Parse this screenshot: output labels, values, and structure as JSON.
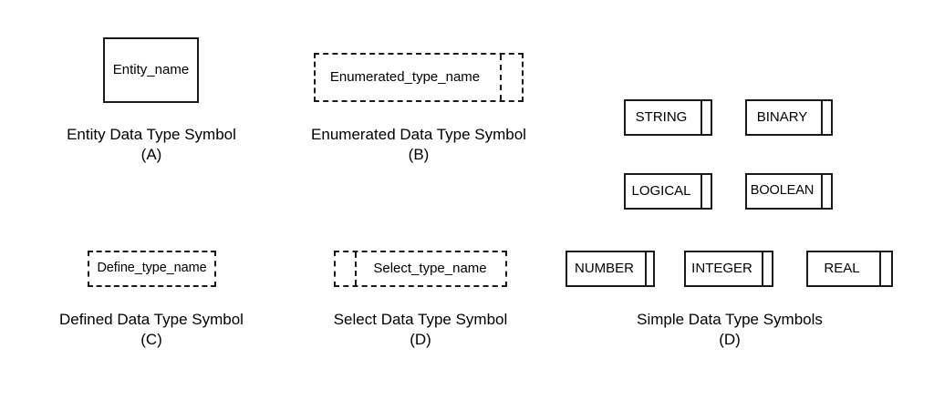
{
  "figure": {
    "background_color": "#ffffff",
    "line_color": "#1a1a1a",
    "text_color": "#000000"
  },
  "symbols": [
    {
      "key": "entity",
      "box_label": "Entity_name",
      "caption": "Entity Data Type Symbol",
      "tag": "(A)",
      "border_style": "solid",
      "divider": "none"
    },
    {
      "key": "enumerated",
      "box_label": "Enumerated_type_name",
      "caption": "Enumerated Data Type Symbol",
      "tag": "(B)",
      "border_style": "dashed",
      "divider": "right-dashed"
    },
    {
      "key": "defined",
      "box_label": "Define_type_name",
      "caption": "Defined Data Type Symbol",
      "tag": "(C)",
      "border_style": "dashed",
      "divider": "none"
    },
    {
      "key": "select",
      "box_label": "Select_type_name",
      "caption": "Select Data Type Symbol",
      "tag": "(D)",
      "border_style": "dashed",
      "divider": "left-dashed"
    }
  ],
  "simple_types": {
    "caption": "Simple Data Type Symbols",
    "tag": "(D)",
    "border_style": "solid",
    "divider": "right-solid",
    "items": [
      {
        "key": "string",
        "label": "STRING"
      },
      {
        "key": "binary",
        "label": "BINARY"
      },
      {
        "key": "logical",
        "label": "LOGICAL"
      },
      {
        "key": "boolean",
        "label": "BOOLEAN"
      },
      {
        "key": "number",
        "label": "NUMBER"
      },
      {
        "key": "integer",
        "label": "INTEGER"
      },
      {
        "key": "real",
        "label": "REAL"
      }
    ]
  }
}
